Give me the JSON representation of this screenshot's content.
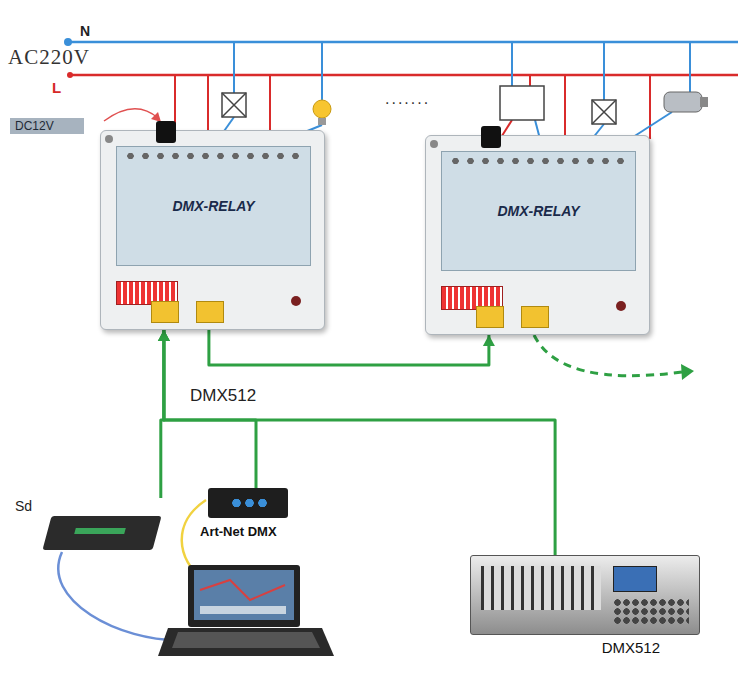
{
  "diagram": {
    "nodes": [
      {
        "text": [
          "DMX-RELAY"
        ]
      },
      {
        "text": [
          "DMX-RELAY"
        ]
      },
      {
        "text": [
          "Sd"
        ]
      },
      {
        "text": [
          "Art-Net DMX"
        ]
      },
      {
        "text": [
          "DMX512"
        ]
      }
    ],
    "edges": [
      {
        "from": 2,
        "to": 0,
        "arrow": "to"
      },
      {
        "from": 3,
        "to": 0,
        "arrow": "to"
      },
      {
        "from": 4,
        "to": 0,
        "arrow": "to"
      },
      {
        "from": 0,
        "to": 1,
        "arrow": "to"
      }
    ],
    "labels": [
      "N",
      "AC220V",
      "L",
      "DC12V",
      "DMX512",
      "......."
    ]
  }
}
